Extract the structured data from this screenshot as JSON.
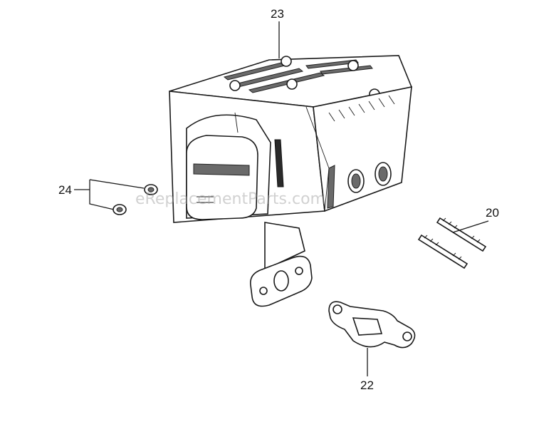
{
  "callouts": {
    "muffler": "23",
    "nuts": "24",
    "studs": "20",
    "gasket": "22"
  },
  "watermark": "eReplacementParts.com",
  "colors": {
    "line": "#1a1a1a",
    "shade": "#6a6a6a",
    "background": "#ffffff"
  }
}
